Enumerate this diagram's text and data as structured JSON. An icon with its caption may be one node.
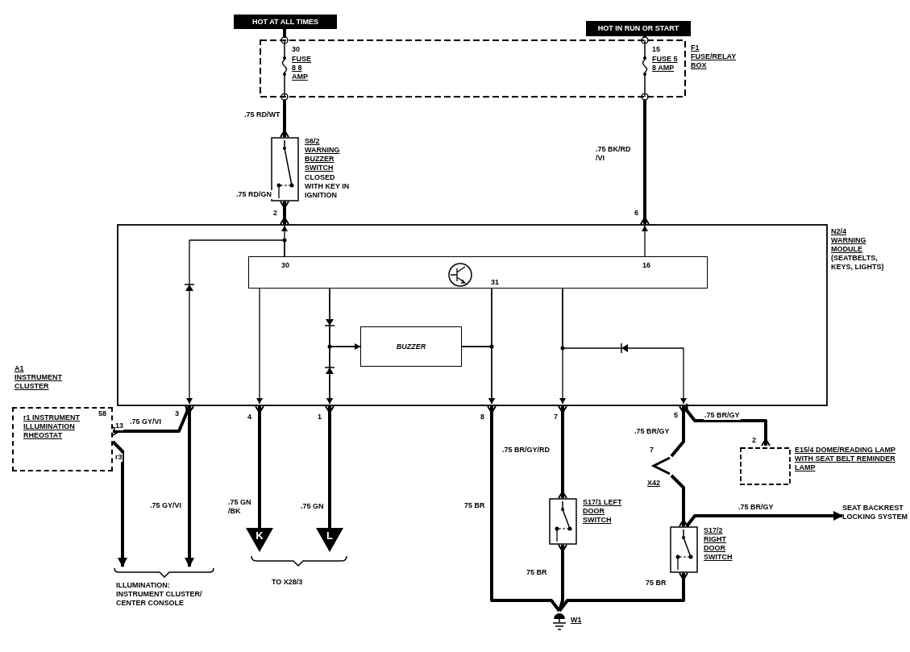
{
  "diagram": {
    "nodes": [
      {
        "text": [
          "HOT AT ALL TIMES"
        ]
      },
      {
        "text": [
          "HOT IN RUN OR START"
        ]
      },
      {
        "text": [
          "F1 FUSE/RELAY BOX"
        ]
      },
      {
        "text": [
          "30",
          "FUSE 8 8 AMP"
        ],
        "in": 2
      },
      {
        "text": [
          "15",
          "FUSE 5 8 AMP"
        ],
        "in": 2
      },
      {
        "text": [
          "S6/2 WARNING BUZZER SWITCH",
          "CLOSED WITH KEY IN IGNITION"
        ]
      },
      {
        "text": [
          "N2/4 WARNING MODULE",
          "(SEATBELTS, KEYS, LIGHTS)"
        ]
      },
      {
        "text": [
          "30",
          "16",
          "31"
        ],
        "in": 6
      },
      {
        "text": [
          "BUZZER"
        ],
        "in": 6
      },
      {
        "text": [
          "r1 INSTRUMENT ILLUMINATION RHEOSTAT"
        ]
      },
      {
        "text": [
          "K"
        ]
      },
      {
        "text": [
          "L"
        ]
      },
      {
        "text": [
          "S17/1 LEFT DOOR SWITCH"
        ]
      },
      {
        "text": [
          "S17/2 RIGHT DOOR SWITCH"
        ]
      },
      {
        "text": [
          "E15/4 DOME/READING LAMP WITH SEAT BELT REMINDER LAMP"
        ],
        "beside": [
          "2"
        ]
      },
      {
        "text": [
          "X42"
        ],
        "beside": [
          "7"
        ]
      },
      {
        "text": [
          "W1"
        ]
      },
      {
        "text": [
          "SEAT BACKREST LOCKING SYSTEM"
        ]
      },
      {
        "text": [
          "ILLUMINATION: INSTRUMENT CLUSTER/ CENTER CONSOLE"
        ]
      }
    ],
    "edges": [
      {
        "from": 0,
        "to": 3,
        "arrow": "other"
      },
      {
        "from": 1,
        "to": 4,
        "arrow": "other"
      },
      {
        "from": 3,
        "to": 5,
        "arrow": "other",
        "label": ".75 RD/WT"
      },
      {
        "from": 4,
        "to": 6,
        "arrow": "other",
        "label": ".75 BK/RD /VI"
      },
      {
        "from": 5,
        "to": 6,
        "arrow": "other",
        "label": ".75 RD/GN"
      },
      {
        "from": 6,
        "to": 9,
        "arrow": "other",
        "label": ".75 GY/VI"
      },
      {
        "from": 9,
        "to": 18,
        "arrow": "to"
      },
      {
        "from": 6,
        "to": 18,
        "arrow": "to",
        "label": ".75 GY/VI"
      },
      {
        "from": 6,
        "to": 10,
        "arrow": "other",
        "label": ".75 GN /BK"
      },
      {
        "from": 6,
        "to": 11,
        "arrow": "other",
        "label": ".75 GN"
      },
      {
        "from": 6,
        "to": 16,
        "arrow": "other",
        "label": "75 BR"
      },
      {
        "from": 6,
        "to": 12,
        "arrow": "other",
        "label": ".75 BR/GY/RD"
      },
      {
        "from": 12,
        "to": 16,
        "arrow": "other",
        "label": "75 BR"
      },
      {
        "from": 6,
        "to": 14,
        "arrow": "other",
        "label": ".75 BR/GY"
      },
      {
        "from": 6,
        "to": 15,
        "arrow": "other",
        "label": ".75 BR/GY"
      },
      {
        "from": 15,
        "to": 13,
        "arrow": "other"
      },
      {
        "from": 13,
        "to": 17,
        "arrow": "to",
        "label": ".75 BR/GY"
      },
      {
        "from": 13,
        "to": 16,
        "arrow": "other",
        "label": "75 BR"
      },
      {
        "from": 7,
        "to": 8,
        "arrow": "to"
      },
      {
        "from": 8,
        "to": 7,
        "arrow": "none"
      },
      {
        "from": 7,
        "to": 6,
        "arrow": "to"
      },
      {
        "from": 7,
        "to": 6,
        "arrow": "to"
      },
      {
        "from": 7,
        "to": 6,
        "arrow": "to"
      },
      {
        "from": 7,
        "to": 6,
        "arrow": "to"
      },
      {
        "from": 7,
        "to": 6,
        "arrow": "to"
      },
      {
        "from": 8,
        "to": 6,
        "arrow": "to"
      },
      {
        "from": 7,
        "to": 6,
        "arrow": "to"
      },
      {
        "from": 8,
        "to": 6,
        "arrow": "to"
      },
      {
        "from": 7,
        "to": 6,
        "arrow": "to"
      },
      {
        "from": 7,
        "to": 6,
        "arrow": "to"
      }
    ],
    "labels": [
      "2",
      "6",
      "A1 INSTRUMENT CLUSTER",
      "58",
      "3",
      "4",
      "1",
      "8",
      "7",
      "5",
      "13",
      "r3",
      "TO X28/3"
    ]
  }
}
